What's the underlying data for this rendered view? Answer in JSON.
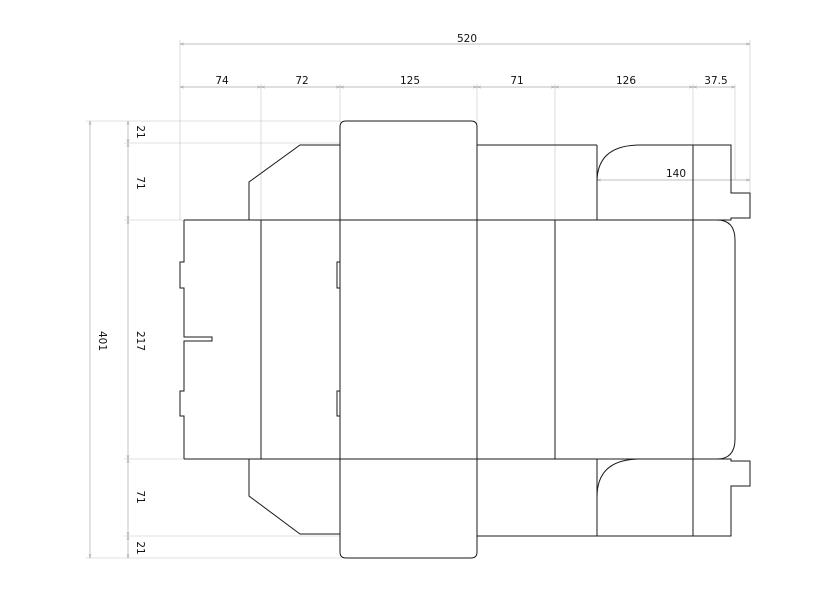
{
  "dimensions": {
    "top_total": "520",
    "top_segments": [
      "74",
      "72",
      "125",
      "71",
      "126",
      "37.5"
    ],
    "inner": "140",
    "left_total": "401",
    "left_segments": [
      "21",
      "71",
      "217",
      "71",
      "21"
    ]
  }
}
